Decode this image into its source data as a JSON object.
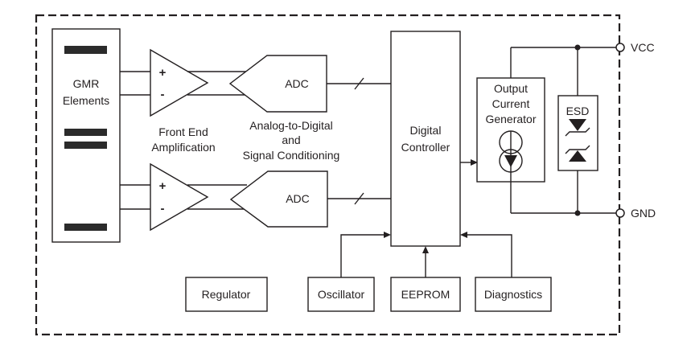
{
  "diagram_type": "ic-block-diagram",
  "blocks": {
    "gmr": {
      "line1": "GMR",
      "line2": "Elements"
    },
    "front_end": {
      "line1": "Front End",
      "line2": "Amplification"
    },
    "adc_top": {
      "label": "ADC"
    },
    "adc_bottom": {
      "label": "ADC"
    },
    "adc_caption": {
      "line1": "Analog-to-Digital",
      "line2": "and",
      "line3": "Signal Conditioning"
    },
    "digital_controller": {
      "line1": "Digital",
      "line2": "Controller"
    },
    "output_current_generator": {
      "line1": "Output",
      "line2": "Current",
      "line3": "Generator"
    },
    "esd": {
      "label": "ESD"
    },
    "regulator": {
      "label": "Regulator"
    },
    "oscillator": {
      "label": "Oscillator"
    },
    "eeprom": {
      "label": "EEPROM"
    },
    "diagnostics": {
      "label": "Diagnostics"
    }
  },
  "amplifiers": {
    "top": {
      "plus": "+",
      "minus": "-"
    },
    "bottom": {
      "plus": "+",
      "minus": "-"
    }
  },
  "pins": {
    "vcc": "VCC",
    "gnd": "GND"
  },
  "colors": {
    "line": "#231f20",
    "fill_dark": "#2b2b2b",
    "background": "#ffffff"
  }
}
